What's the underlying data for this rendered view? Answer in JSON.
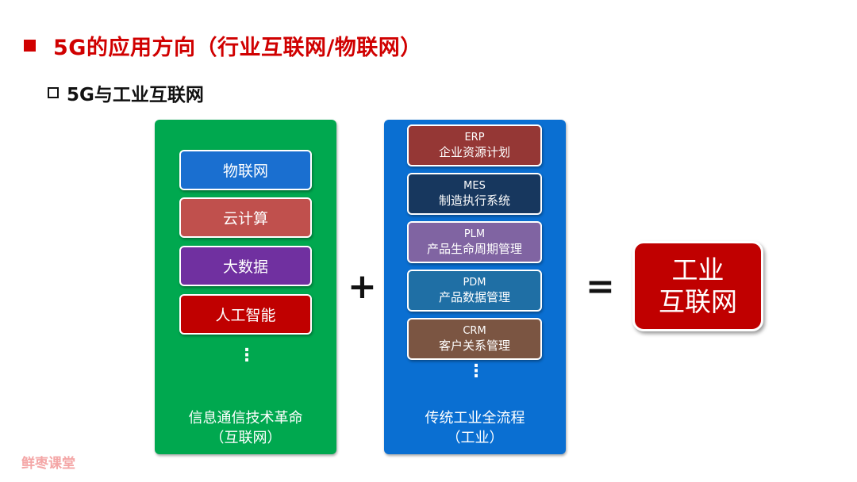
{
  "title": "5G的应用方向（行业互联网/物联网）",
  "subtitle": "5G与工业互联网",
  "left_panel": {
    "items": [
      {
        "label": "物联网",
        "color": "#1a6fd0"
      },
      {
        "label": "云计算",
        "color": "#c0504d"
      },
      {
        "label": "大数据",
        "color": "#7030a0"
      },
      {
        "label": "人工智能",
        "color": "#c00000"
      }
    ],
    "ellipsis": "⋮",
    "caption_line1": "信息通信技术革命",
    "caption_line2": "（互联网）"
  },
  "right_panel": {
    "items": [
      {
        "code": "ERP",
        "label": "企业资源计划",
        "color": "#953735"
      },
      {
        "code": "MES",
        "label": "制造执行系统",
        "color": "#17375e"
      },
      {
        "code": "PLM",
        "label": "产品生命周期管理",
        "color": "#8064a2"
      },
      {
        "code": "PDM",
        "label": "产品数据管理",
        "color": "#1f6fa5"
      },
      {
        "code": "CRM",
        "label": "客户关系管理",
        "color": "#7b5542"
      }
    ],
    "ellipsis": "⋮",
    "caption_line1": "传统工业全流程",
    "caption_line2": "（工业）"
  },
  "plus_sign": "+",
  "equals_sign": "=",
  "result": {
    "line1": "工业",
    "line2": "互联网"
  },
  "watermark": "鲜枣课堂"
}
